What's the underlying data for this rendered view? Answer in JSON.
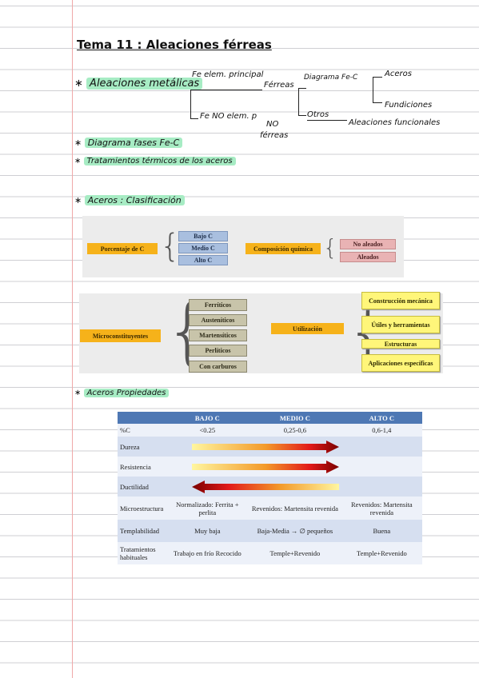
{
  "title": "Tema 11 : Aleaciones férreas",
  "sections": {
    "aleaciones": "Aleaciones metálicas",
    "diagrama": "Diagrama fases Fe-C",
    "tratamientos": "Tratamientos térmicos de los aceros",
    "clasificacion": "Aceros : Clasificación",
    "propiedades": "Aceros Propiedades"
  },
  "tree": {
    "fe_principal": "Fe elem. principal",
    "ferreas": "Férreas",
    "fe_no": "Fe NO elem. p",
    "no_ferreas_1": "NO",
    "no_ferreas_2": "férreas",
    "diagrama_fec": "Diagrama Fe-C",
    "aceros": "Aceros",
    "fundiciones": "Fundiciones",
    "otros": "Otros",
    "funcionales": "Aleaciones funcionales"
  },
  "clasif1": {
    "porcentaje": "Porcentaje de C",
    "bajo": "Bajo C",
    "medio": "Medio C",
    "alto": "Alto C",
    "composicion": "Composición química",
    "no_aleados": "No aleados",
    "aleados": "Aleados"
  },
  "clasif2": {
    "micro": "Microconstituyentes",
    "items": [
      "Ferríticos",
      "Austeníticos",
      "Martensíticos",
      "Perlíticos",
      "Con carburos"
    ],
    "utilizacion": "Utilización",
    "usos": [
      "Construcción mecánica",
      "Útiles y herramientas",
      "Estructuras",
      "Aplicaciones específicas"
    ]
  },
  "table": {
    "headers": [
      "",
      "BAJO C",
      "MEDIO C",
      "ALTO C"
    ],
    "pc": [
      "%C",
      "<0.25",
      "0,25-0,6",
      "0,6-1,4"
    ],
    "dureza": "Dureza",
    "resistencia": "Resistencia",
    "ductilidad": "Ductilidad",
    "micro": [
      "Microestructura",
      "Normalizado: Ferrita + perlita",
      "Revenidos: Martensita revenida",
      "Revenidos: Martensita revenida"
    ],
    "templabilidad": [
      "Templabilidad",
      "Muy baja",
      "Baja-Media → ∅ pequeños",
      "Buena"
    ],
    "tratamientos": [
      "Tratamientos habituales",
      "Trabajo en frío Recocido",
      "Temple+Revenido",
      "Temple+Revenido"
    ]
  },
  "colors": {
    "highlight": "#a7ecc4",
    "header": "#4e78b4",
    "orange_box": "#f6b21a",
    "blue_box": "#a9bfdf",
    "pink_box": "#e9b3b4",
    "tan_box": "#c8c4aa",
    "yellow_note": "#fff67a",
    "arrow_start": "#fff176",
    "arrow_end": "#8b0000"
  }
}
